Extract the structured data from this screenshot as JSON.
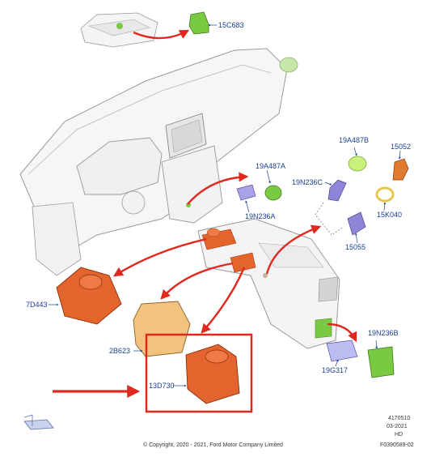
{
  "labels": {
    "p15C683": "15C683",
    "p19A487A": "19A487A",
    "p19N236A": "19N236A",
    "p19A487B": "19A487B",
    "p15052": "15052",
    "p19N236C": "19N236C",
    "p15K040": "15K040",
    "p15055": "15055",
    "p7D443": "7D443",
    "p2B623": "2B623",
    "p13D730": "13D730",
    "p19N236B": "19N236B",
    "p19G317": "19G317"
  },
  "footer": {
    "copyright": "© Copyright, 2020 - 2021, Ford Motor Company Limited",
    "code1": "4170510",
    "code2": "03-2021",
    "code3": "HD",
    "code4": "F0390589-02"
  },
  "colors": {
    "label": "#1a3f8f",
    "arrow": "#e0281e",
    "highlight_box": "#e0281e",
    "orange_part": "#e4642e",
    "tan_part": "#f2c27f",
    "green_part": "#7ac943",
    "purple_part": "#8d86d6"
  }
}
